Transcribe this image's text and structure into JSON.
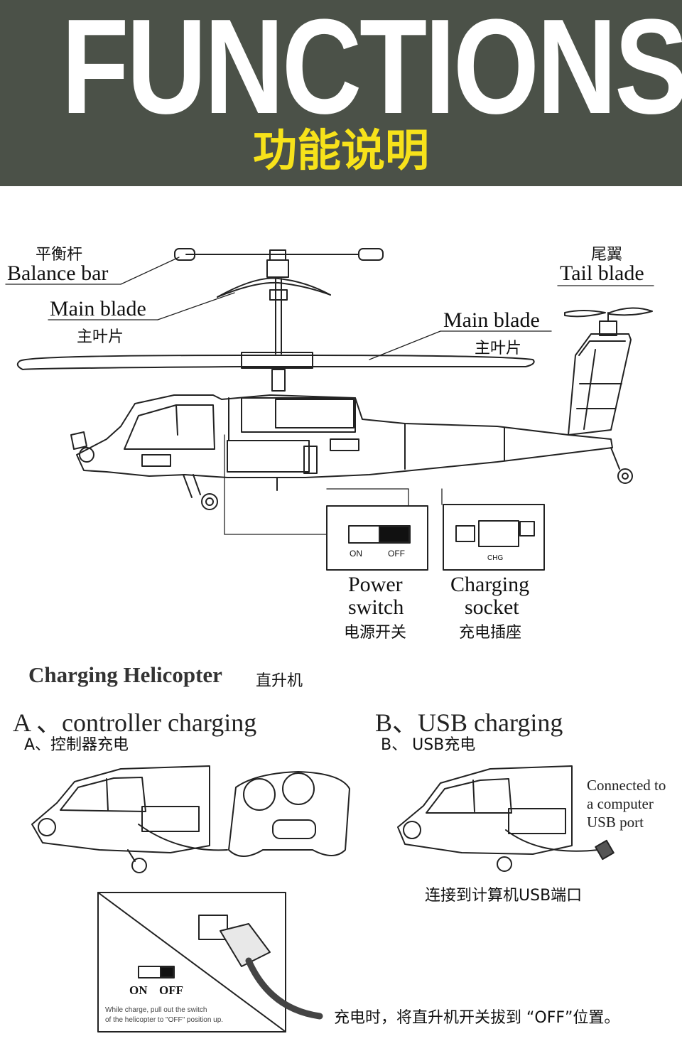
{
  "header": {
    "title": "FUNCTIONS",
    "subtitle": "功能说明"
  },
  "diagram": {
    "balance_bar_cn": "平衡杆",
    "balance_bar_en": "Balance bar",
    "main_blade_left_en": "Main blade",
    "main_blade_left_cn": "主叶片",
    "main_blade_right_en": "Main blade",
    "main_blade_right_cn": "主叶片",
    "tail_blade_cn": "尾翼",
    "tail_blade_en": "Tail blade",
    "switch_on": "ON",
    "switch_off": "OFF",
    "socket_chg": "CHG",
    "power_switch_en_1": "Power",
    "power_switch_en_2": "switch",
    "power_switch_cn": "电源开关",
    "charging_socket_en_1": "Charging",
    "charging_socket_en_2": "socket",
    "charging_socket_cn": "充电插座"
  },
  "charging": {
    "title_en": "Charging Helicopter",
    "title_cn": "直升机",
    "a_en": "A 、controller charging",
    "a_cn": "A、控制器充电",
    "b_en": "B、USB charging",
    "b_cn": "B、 USB充电",
    "usb_note_1": "Connected to",
    "usb_note_2": "a computer",
    "usb_note_3": "USB port",
    "usb_note_cn": "连接到计算机USB端口",
    "inset_on": "ON",
    "inset_off": "OFF",
    "inset_note_1": "While charge, pull out the switch",
    "inset_note_2": "of the helicopter to \"OFF\" position up.",
    "off_note_cn": "充电时，将直升机开关拔到 “OFF”位置。"
  }
}
